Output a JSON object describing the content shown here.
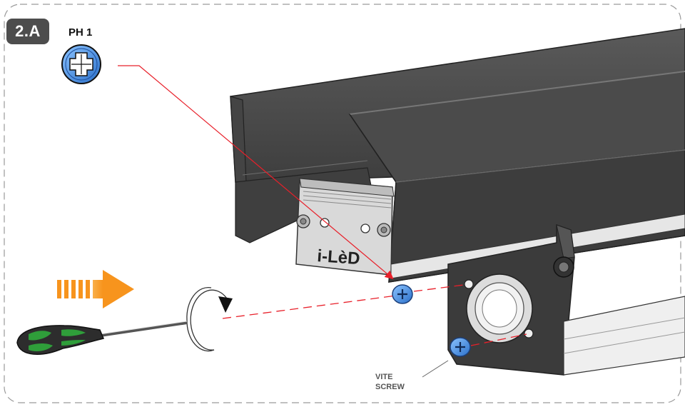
{
  "step": {
    "label": "2.A"
  },
  "tool": {
    "label": "PH 1",
    "icon": "phillips-bit-icon"
  },
  "brand": {
    "text": "i-LèD"
  },
  "screw_label": {
    "line1": "VITE",
    "line2": "SCREW"
  },
  "colors": {
    "badge": "#4d4d4d",
    "screw_blue": "#3d8ee8",
    "leader_red": "#e8202a",
    "arrow_orange": "#f7941d",
    "housing_dark": "#4a4a4a",
    "handle_green": "#2f9e3a"
  }
}
